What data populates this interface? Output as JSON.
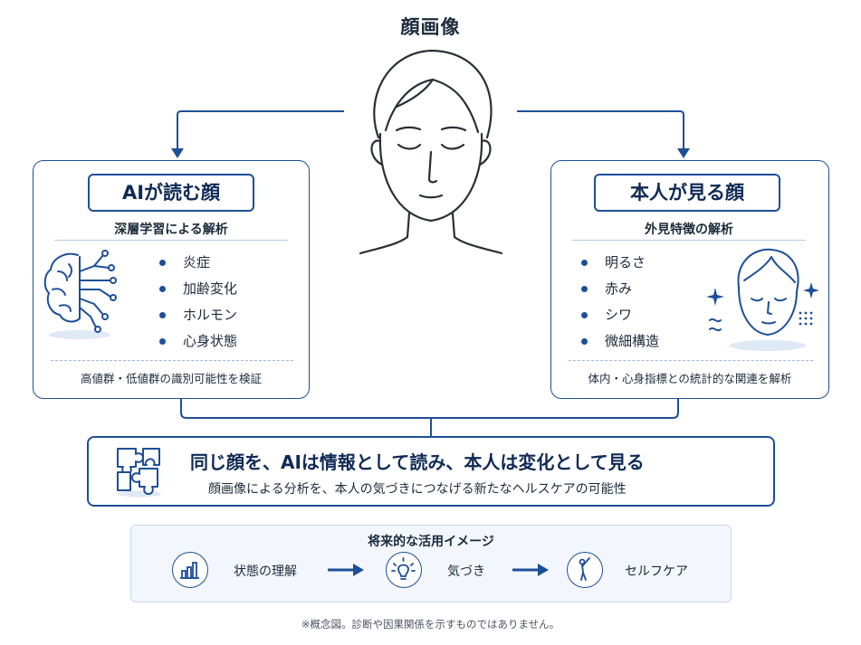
{
  "header": {
    "title": "顔画像"
  },
  "left_card": {
    "title": "AIが読む顔",
    "subtitle": "深層学習による解析",
    "items": [
      "炎症",
      "加齢変化",
      "ホルモン",
      "心身状態"
    ],
    "footer": "高値群・低値群の識別可能性を検証",
    "icon": "brain-circuit-icon"
  },
  "right_card": {
    "title": "本人が見る顔",
    "subtitle": "外見特徴の解析",
    "items": [
      "明るさ",
      "赤み",
      "シワ",
      "微細構造"
    ],
    "footer": "体内・心身指標との統計的な関連を解析",
    "icon": "face-sparkle-icon"
  },
  "summary": {
    "main": "同じ顔を、AIは情報として読み、本人は変化として見る",
    "sub": "顔画像による分析を、本人の気づきにつなげる新たなヘルスケアの可能性",
    "icon": "puzzle-icon"
  },
  "future": {
    "title": "将来的な活用イメージ",
    "steps": [
      {
        "label": "状態の理解",
        "icon": "bar-chart-icon"
      },
      {
        "label": "気づき",
        "icon": "lightbulb-icon"
      },
      {
        "label": "セルフケア",
        "icon": "stretching-person-icon"
      }
    ]
  },
  "note": "※概念図。診断や因果関係を示すものではありません。",
  "colors": {
    "accent": "#1d4f98",
    "dark_text": "#1b2a3a",
    "light_bg": "#f3f7fd"
  }
}
